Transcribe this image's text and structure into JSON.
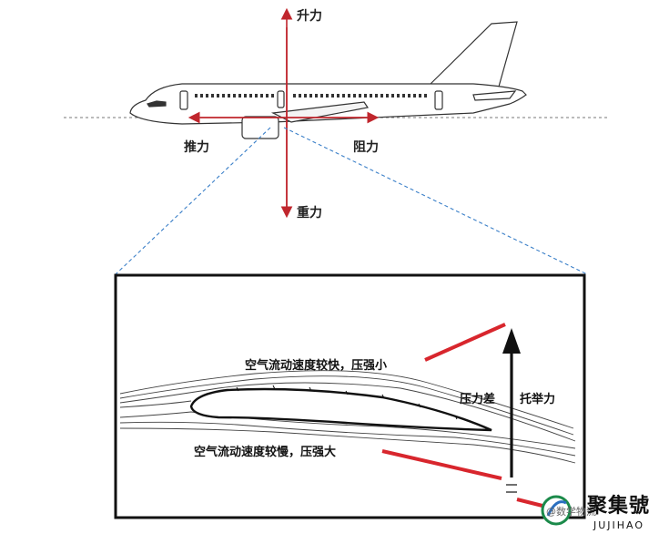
{
  "forces": {
    "lift": "升力",
    "thrust": "推力",
    "drag": "阻力",
    "weight": "重力"
  },
  "airfoil": {
    "upper_note": "空气流动速度较快，压强小",
    "lower_note": "空气流动速度较慢，压强大",
    "pressure_diff": "压力差",
    "lift_force": "托举力"
  },
  "logo": {
    "main": "聚集號",
    "sub": "JUJIHAO",
    "watermark": "@数学物流"
  },
  "colors": {
    "force_arrow": "#c0262d",
    "guide_line": "#3a7fc8",
    "ground_line": "#777777"
  }
}
